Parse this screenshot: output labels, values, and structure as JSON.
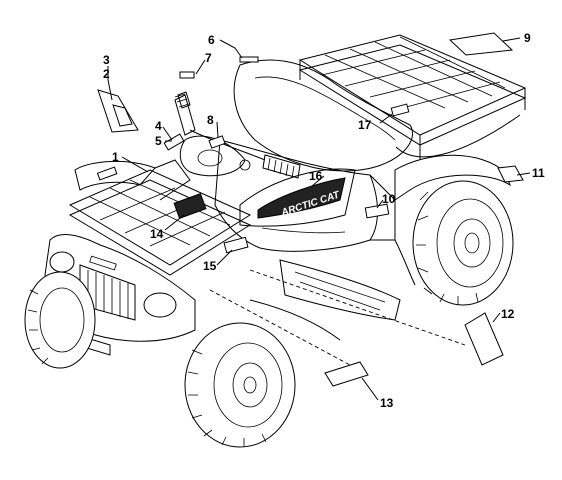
{
  "diagram": {
    "logo_text": "ARCTIC CAT",
    "callouts": [
      {
        "id": "1",
        "label": "1"
      },
      {
        "id": "2",
        "label": "2"
      },
      {
        "id": "3",
        "label": "3"
      },
      {
        "id": "4",
        "label": "4"
      },
      {
        "id": "5",
        "label": "5"
      },
      {
        "id": "6",
        "label": "6"
      },
      {
        "id": "7",
        "label": "7"
      },
      {
        "id": "8",
        "label": "8"
      },
      {
        "id": "9",
        "label": "9"
      },
      {
        "id": "10",
        "label": "10"
      },
      {
        "id": "11",
        "label": "11"
      },
      {
        "id": "12",
        "label": "12"
      },
      {
        "id": "13",
        "label": "13"
      },
      {
        "id": "14",
        "label": "14"
      },
      {
        "id": "15",
        "label": "15"
      },
      {
        "id": "16",
        "label": "16"
      },
      {
        "id": "17",
        "label": "17"
      }
    ]
  }
}
